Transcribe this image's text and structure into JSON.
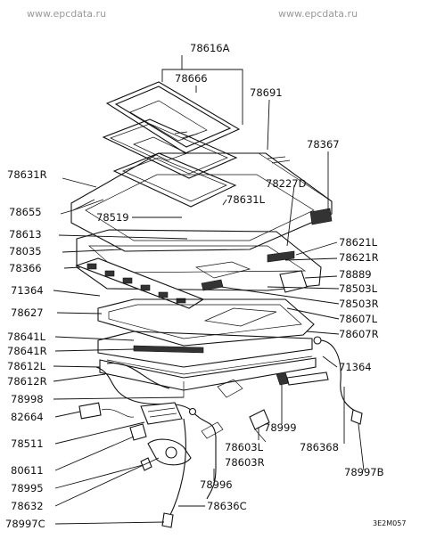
{
  "watermarks": [
    "www.epcdata.ru",
    "www.epcdata.ru"
  ],
  "diagram_code": "3E2M057",
  "labels": {
    "p78616A": "78616A",
    "p78666": "78666",
    "p78691": "78691",
    "p78367": "78367",
    "p78631R": "78631R",
    "p78227D": "78227D",
    "p78631L": "78631L",
    "p78655": "78655",
    "p78519": "78519",
    "p78613": "78613",
    "p78621L": "78621L",
    "p78035": "78035",
    "p78621R": "78621R",
    "p78366": "78366",
    "p78889": "78889",
    "p71364a": "71364",
    "p78503L": "78503L",
    "p78503R": "78503R",
    "p78627": "78627",
    "p78607L": "78607L",
    "p78607R": "78607R",
    "p78641L": "78641L",
    "p78641R": "78641R",
    "p71364b": "71364",
    "p78612L": "78612L",
    "p78612R": "78612R",
    "p78998": "78998",
    "p78999": "78999",
    "p82664": "82664",
    "p78603L": "78603L",
    "p786368": "786368",
    "p78511": "78511",
    "p78603R": "78603R",
    "p80611": "80611",
    "p78997B": "78997B",
    "p78995": "78995",
    "p78996": "78996",
    "p78632": "78632",
    "p78636C": "78636C",
    "p78997C": "78997C"
  }
}
